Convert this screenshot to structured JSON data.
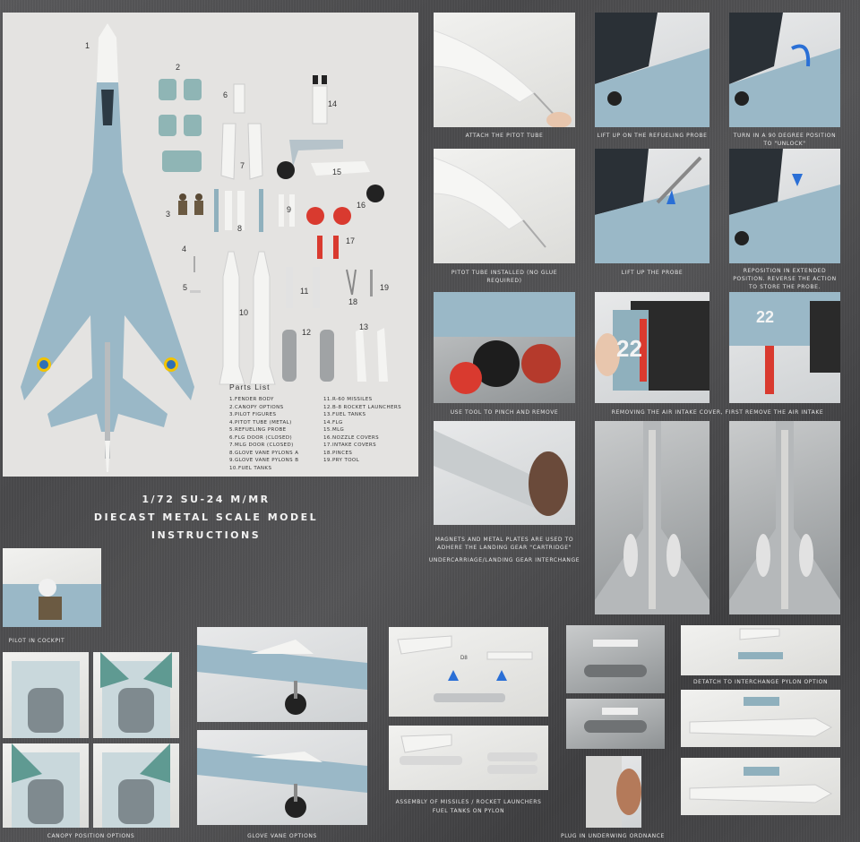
{
  "parts_sheet": {
    "numbers": [
      "1",
      "2",
      "3",
      "4",
      "5",
      "6",
      "7",
      "8",
      "9",
      "10",
      "11",
      "12",
      "13",
      "14",
      "15",
      "16",
      "17",
      "18",
      "19"
    ],
    "list_title": "Parts List",
    "list_left": [
      "1.Fender body",
      "2.Canopy options",
      "3.Pilot figures",
      "4.Pitot tube (metal)",
      "5.Refueling probe",
      "6.FLG door (closed)",
      "7.MLG door (closed)",
      "8.Glove vane pylons A",
      "9.Glove vane pylons B",
      "10.Fuel Tanks"
    ],
    "list_right": [
      "11.R-60 Missiles",
      "12.B-8 Rocket launchers",
      "13.Fuel Tanks",
      "14.FLG",
      "15.MLG",
      "16.Nozzle covers",
      "17.Intake covers",
      "18.Pinces",
      "19.Pry tool"
    ]
  },
  "title": {
    "line1": "1/72 SU-24 M/MR",
    "line2": "Diecast metal scale model",
    "line3": "Instructions"
  },
  "captions": {
    "attach_pitot": "Attach the pitot tube",
    "lift_refuel": "Lift up on the refueling probe",
    "turn_90": "Turn in a 90 degree position to \"unlock\"",
    "pitot_installed": "Pitot tube installed (no glue required)",
    "lift_probe": "Lift up the probe",
    "reposition": "Reposition in extended position. Reverse the action to store the probe.",
    "use_tool": "Use tool to pinch and remove",
    "removing_intake": "Removing the air intake cover, first remove the air intake",
    "magnets": "Magnets and metal plates are used to adhere the landing gear \"cartridge\"",
    "undercarriage": "Undercarriage/Landing gear interchange",
    "pilot_cockpit": "Pilot in cockpit",
    "canopy_options": "Canopy position options",
    "glove_vane": "Glove vane options",
    "assembly_missiles": "Assembly of missiles / rocket launchers",
    "fuel_tanks_pylon": "fuel tanks on pylon",
    "plug_ordnance": "Plug in underwing ordnance",
    "detatch_pylon": "Detatch to interchange pylon option"
  },
  "labels": {
    "tail_number": "22",
    "pylon_tag": "D8"
  },
  "colors": {
    "aircraft_blue": "#9ab8c7",
    "intake_cover_red": "#d93a2f",
    "caption_text": "#e6e6e6"
  }
}
